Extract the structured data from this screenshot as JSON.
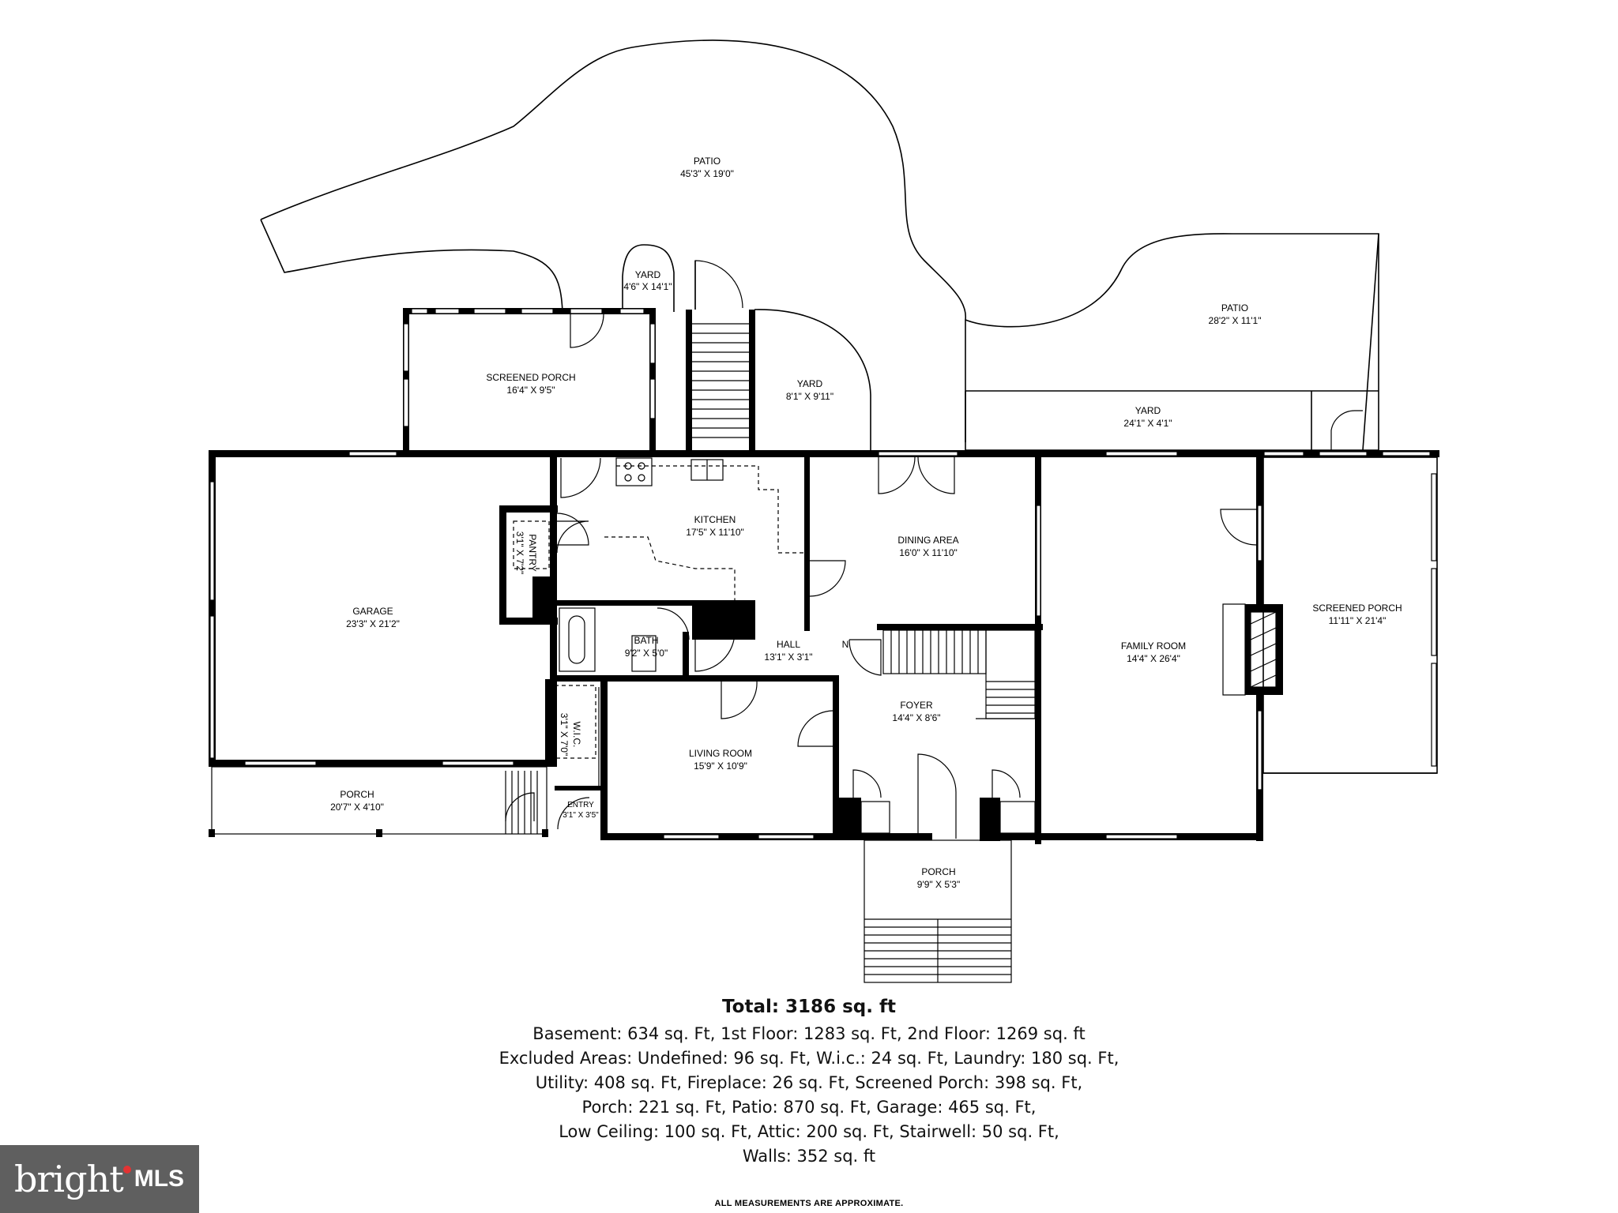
{
  "rooms": {
    "patio_top": {
      "name": "PATIO",
      "dim": "45'3\" X 19'0\""
    },
    "yard_small": {
      "name": "YARD",
      "dim": "4'6\" X 14'1\""
    },
    "screened_porch_left": {
      "name": "SCREENED PORCH",
      "dim": "16'4\" X 9'5\""
    },
    "yard_mid": {
      "name": "YARD",
      "dim": "8'1\" X 9'11\""
    },
    "patio_right": {
      "name": "PATIO",
      "dim": "28'2\" X 11'1\""
    },
    "yard_right": {
      "name": "YARD",
      "dim": "24'1\" X 4'1\""
    },
    "kitchen": {
      "name": "KITCHEN",
      "dim": "17'5\" X 11'10\""
    },
    "dining": {
      "name": "DINING AREA",
      "dim": "16'0\" X 11'10\""
    },
    "pantry": {
      "name": "PANTRY",
      "dim": "3'1\" X 7'2\""
    },
    "garage": {
      "name": "GARAGE",
      "dim": "23'3\" X 21'2\""
    },
    "bath": {
      "name": "BATH",
      "dim": "9'2\" X 5'0\""
    },
    "hall": {
      "name": "HALL",
      "dim": "13'1\" X 3'1\""
    },
    "family": {
      "name": "FAMILY ROOM",
      "dim": "14'4\" X 26'4\""
    },
    "screened_porch_right": {
      "name": "SCREENED PORCH",
      "dim": "11'11\" X 21'4\""
    },
    "foyer": {
      "name": "FOYER",
      "dim": "14'4\" X 8'6\""
    },
    "wic": {
      "name": "W.I.C.",
      "dim": "3'1\" X 7'0\""
    },
    "living": {
      "name": "LIVING ROOM",
      "dim": "15'9\" X 10'9\""
    },
    "porch_left": {
      "name": "PORCH",
      "dim": "20'7\" X 4'10\""
    },
    "entry": {
      "name": "ENTRY",
      "dim": "3'1\" X 3'5\""
    },
    "porch_front": {
      "name": "PORCH",
      "dim": "9'9\" X 5'3\""
    }
  },
  "compass_mark": "N",
  "summary": {
    "total": "Total: 3186 sq. ft",
    "lines": [
      "Basement: 634 sq. Ft, 1st Floor: 1283 sq. Ft, 2nd Floor: 1269 sq. ft",
      "Excluded Areas: Undefined: 96 sq. Ft, W.i.c.: 24 sq. Ft, Laundry: 180 sq. Ft,",
      "Utility: 408 sq. Ft, Fireplace: 26 sq. Ft, Screened Porch: 398 sq. Ft,",
      "Porch: 221 sq. Ft, Patio: 870 sq. Ft, Garage: 465 sq. Ft,",
      "Low Ceiling: 100 sq. Ft, Attic: 200 sq. Ft, Stairwell: 50 sq. Ft,",
      "Walls: 352 sq. ft"
    ]
  },
  "disclaimer": "ALL MEASUREMENTS ARE APPROXIMATE.",
  "brand": {
    "name": "bright",
    "suffix": "MLS",
    "accent": "#e33333"
  }
}
